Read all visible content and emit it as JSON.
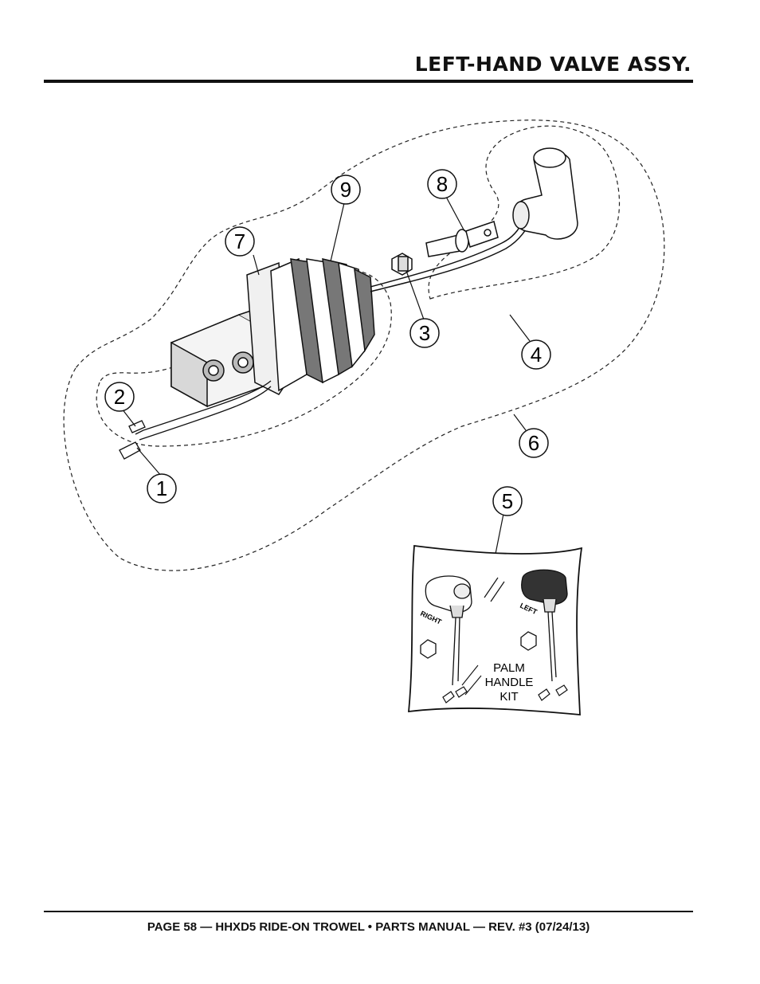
{
  "header": {
    "title": "LEFT-HAND VALVE ASSY."
  },
  "footer": {
    "text": "PAGE 58 — HHXD5 RIDE-ON TROWEL • PARTS MANUAL — REV. #3 (07/24/13)"
  },
  "callouts": {
    "c1": "1",
    "c2": "2",
    "c3": "3",
    "c4": "4",
    "c5": "5",
    "c6": "6",
    "c7": "7",
    "c8": "8",
    "c9": "9"
  },
  "kit": {
    "label_line1": "PALM",
    "label_line2": "HANDLE",
    "label_line3": "KIT",
    "right_label": "RIGHT",
    "left_label": "LEFT"
  }
}
